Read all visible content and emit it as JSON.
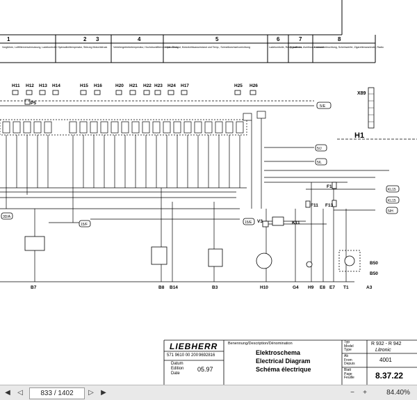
{
  "header": {
    "columns": [
      "1",
      "2",
      "3",
      "4",
      "5",
      "6",
      "7",
      "8"
    ],
    "desc": [
      "Vorglühen, Luftfilterverschmutzung, Ladekontrolle",
      "Hydrauliköltemperatur, Störung Motoröldruck",
      "Verteilergetriebetemperatur, Hochdruckfilterverschmutzung",
      "Hydr. Ölstand, Motorkühlwasserstand und Temp., Schnellwechselvorrichtung",
      "Ladekontrolle, Relay batteries",
      "Signalhorn, Avertisseur sonore",
      "Kabinenbeleuchtung, Scheinwerfer, Zigarettenanzünder, Radio"
    ]
  },
  "lamps": [
    "H11",
    "H12",
    "H13",
    "H14",
    "H15",
    "H16",
    "H20",
    "H21",
    "H22",
    "H23",
    "H24",
    "H17",
    "H25",
    "H26"
  ],
  "components": {
    "p5": "P5",
    "x89": "X89",
    "h1": "H1",
    "f1": "F1",
    "f11": "F11",
    "f13": "F13",
    "v3": "V3",
    "k11": "K11",
    "b50a": "B50",
    "b50b": "B50"
  },
  "bottom_labels": [
    "B7",
    "B8",
    "B14",
    "B3",
    "H10",
    "G4",
    "H9",
    "E8",
    "E7",
    "T1",
    "A3"
  ],
  "signals": {
    "s5e": "5/E",
    "s5j": "5/J",
    "s5l": "5/L",
    "kl15a": "KL15",
    "kl15b": "KL15",
    "s5h": "5/H",
    "s3d": "3D/A",
    "s15f": "15/F",
    "s15e": "15/E"
  },
  "title_block": {
    "brand": "LIEBHERR",
    "caption_header": "Benennung/Description/Dénomination",
    "title_de": "Elektroschema",
    "title_en": "Electrical Diagram",
    "title_fr": "Schéma électrique",
    "doc_no": "571 9610 00 200",
    "ref_no": "9692816",
    "datum_label": "Datum",
    "edition_label": "Edition",
    "date_label": "Date",
    "date_value": "05.97",
    "typ_labels": "Typ\nModel\nType",
    "model": "R 932 - R 942",
    "litronic": "Litronic",
    "ab_labels": "Ab\nFrom\nDepuis",
    "from_value": "4001",
    "blatt_labels": "Blatt\nPage\nFeuille",
    "sheet": "8.37.22"
  },
  "viewer": {
    "page_indicator": "833 / 1402",
    "zoom": "84.40%"
  }
}
